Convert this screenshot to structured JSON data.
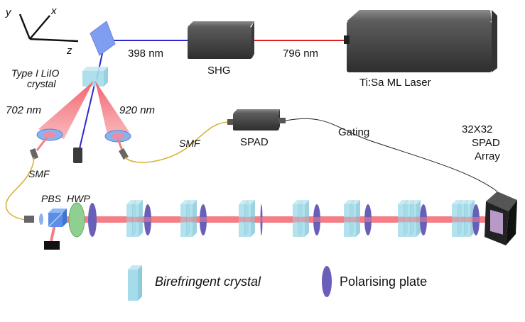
{
  "axes": {
    "y": "y",
    "x": "x",
    "z": "z"
  },
  "labels": {
    "wavelength_398": "398 nm",
    "wavelength_796": "796 nm",
    "shg": "SHG",
    "laser": "Ti:Sa  ML  Laser",
    "crystal_line1": "Type I LiIO",
    "crystal_line2": "crystal",
    "signal_702": "702 nm",
    "idler_920": "920 nm",
    "smf_left": "SMF",
    "smf_middle": "SMF",
    "spad": "SPAD",
    "gating": "Gating",
    "spad_array_line1": "32X32",
    "spad_array_line2": "SPAD",
    "spad_array_line3": "Array",
    "pbs": "PBS",
    "hwp": "HWP"
  },
  "legend": {
    "birefringent": "Birefringent crystal",
    "polariser": "Polarising plate"
  },
  "colors": {
    "uv_beam": "#2a2ad0",
    "red_beam": "#e02020",
    "pink_beam": "#f47e86",
    "crystal": "#a6dcea",
    "polariser": "#6a5fb8",
    "fiber": "#d9b23a",
    "hwp": "#8fcf8f",
    "box": "#4a4a4a"
  }
}
